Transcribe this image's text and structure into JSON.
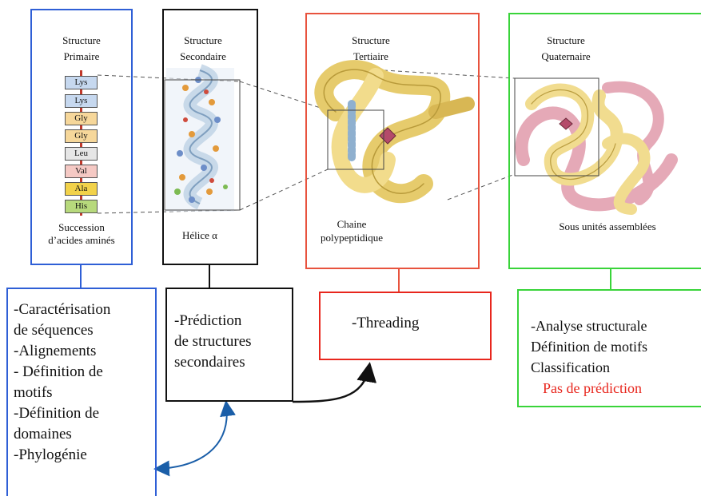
{
  "colors": {
    "primary": "#2f5fd6",
    "secondary": "#111111",
    "tertiary": "#e8533e",
    "quaternary": "#39d43a",
    "highlight": "#e8261d",
    "curved_arrow": "#1a5ea8"
  },
  "primary": {
    "title_line1": "Structure",
    "title_line2": "Primaire",
    "amino_acids": [
      {
        "code": "Lys",
        "color": "#c6d8ef"
      },
      {
        "code": "Lys",
        "color": "#c6d8ef"
      },
      {
        "code": "Gly",
        "color": "#f6d79a"
      },
      {
        "code": "Gly",
        "color": "#f6d79a"
      },
      {
        "code": "Leu",
        "color": "#e6e6e6"
      },
      {
        "code": "Val",
        "color": "#f5c9c4"
      },
      {
        "code": "Ala",
        "color": "#f2d24a"
      },
      {
        "code": "His",
        "color": "#b7d97c"
      }
    ],
    "caption_line1": "Succession",
    "caption_line2": "d’acides aminés",
    "methods": [
      "-Caractérisation",
      "de séquences",
      "-Alignements",
      "- Définition de",
      "motifs",
      "-Définition de",
      "domaines",
      "-Phylogénie"
    ]
  },
  "secondary": {
    "title_line1": "Structure",
    "title_line2": "Secondaire",
    "caption": "Hélice α",
    "methods": [
      "-Prédiction",
      "de structures",
      "secondaires"
    ]
  },
  "tertiary": {
    "title_line1": "Structure",
    "title_line2": "Tertiaire",
    "caption_line1": "Chaine",
    "caption_line2": "polypeptidique",
    "methods": [
      "-Threading"
    ]
  },
  "quaternary": {
    "title_line1": "Structure",
    "title_line2": "Quaternaire",
    "caption": "Sous unités assemblées",
    "methods": [
      "-Analyse structurale",
      "Définition de motifs",
      "Classification"
    ],
    "no_prediction": "Pas de prédiction"
  }
}
